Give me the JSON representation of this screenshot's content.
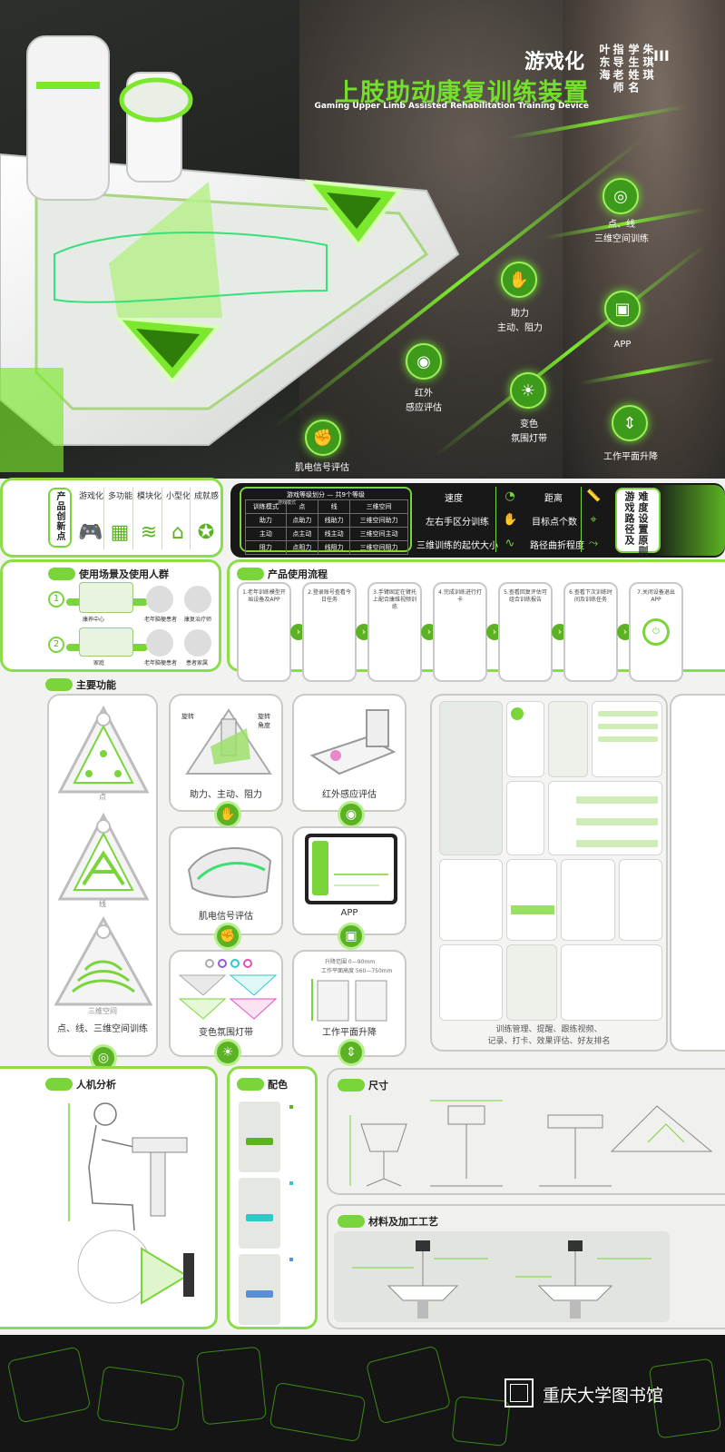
{
  "hero": {
    "title_line1": "游戏化",
    "title_line2": "上肢助动康复训练装置",
    "title_en": "Gaming Upper Limb Assisted Rehabilitation Training Device",
    "student_label": "学生姓名",
    "student_name": "朱琪琪",
    "advisor_label": "指导老师",
    "advisor_name": "叶东海",
    "corner_mark": "III",
    "features": [
      {
        "label": "点、线\n三维空间训练",
        "icon": "target-icon"
      },
      {
        "label": "助力\n主动、阻力",
        "icon": "hand-icon"
      },
      {
        "label": "APP",
        "icon": "tablet-icon"
      },
      {
        "label": "红外\n感应评估",
        "icon": "sensor-icon"
      },
      {
        "label": "变色\n氛围灯带",
        "icon": "bulb-icon"
      },
      {
        "label": "工作平面升降",
        "icon": "updown-icon"
      },
      {
        "label": "肌电信号评估",
        "icon": "arm-icon"
      }
    ]
  },
  "innovation": {
    "title": "产品创新点",
    "items": [
      "游戏化",
      "多功能",
      "模块化",
      "小型化",
      "成就感"
    ]
  },
  "difficulty": {
    "table_title": "游戏等级划分 — 共9个等级",
    "table": {
      "header": [
        "训练模式",
        "点",
        "线",
        "三维空间"
      ],
      "rows": [
        [
          "助力",
          "点助力",
          "线助力",
          "三维空间助力"
        ],
        [
          "主动",
          "点主动",
          "线主动",
          "三维空间主动"
        ],
        [
          "阻力",
          "点阻力",
          "线阻力",
          "三维空间阻力"
        ]
      ],
      "corner_top": "游戏模式"
    },
    "col1": [
      "速度",
      "左右手区分训练",
      "三维训练的起伏大小"
    ],
    "col2": [
      "距离",
      "目标点个数",
      "路径曲折程度"
    ],
    "side_label": "难度设置原则",
    "side_label2": "游戏路径及"
  },
  "scene": {
    "title": "使用场景及使用人群",
    "rows": [
      {
        "num": "1",
        "place": "康养中心",
        "people": [
          "老年脑梗患者",
          "康复治疗师"
        ]
      },
      {
        "num": "2",
        "place": "家庭",
        "people": [
          "老年脑梗患者",
          "患者家属"
        ]
      }
    ]
  },
  "flow": {
    "title": "产品使用流程",
    "steps": [
      "1.老年训练模型开始设备及APP",
      "2.登录账号查看今日任务",
      "3.手臂固定在臂托上配合康维视频训练",
      "4.完成训练进行打卡",
      "5.查看回复评估可组合训练报告",
      "6.查看下次训练时间及训练任务",
      "7.关闭设备退出APP"
    ]
  },
  "functions": {
    "title": "主要功能",
    "modes": [
      "点",
      "线",
      "三维空间"
    ],
    "modes_caption": "点、线、三维空间训练",
    "cards": [
      "助力、主动、阻力",
      "红外感应评估",
      "肌电信号评估",
      "APP",
      "变色氛围灯带",
      "工作平面升降"
    ],
    "rotate_label": "旋转",
    "rotate_angle_label": "旋转\n角度",
    "lift_range": "升降范围 0—90mm",
    "lift_height": "工作平面高度 560—750mm",
    "app_caption": "训练管理、提醒、跟练视频、\n记录、打卡、效果评估、好友排名"
  },
  "ergonomics": {
    "title": "人机分析"
  },
  "colors": {
    "title": "配色"
  },
  "dimensions": {
    "title": "尺寸"
  },
  "materials": {
    "title": "材料及加工工艺"
  },
  "footer": {
    "library": "重庆大学图书馆"
  },
  "theme": {
    "accent": "#7ad53b",
    "accent_dark": "#3d9a1a",
    "dark_bg": "#1d201c"
  }
}
